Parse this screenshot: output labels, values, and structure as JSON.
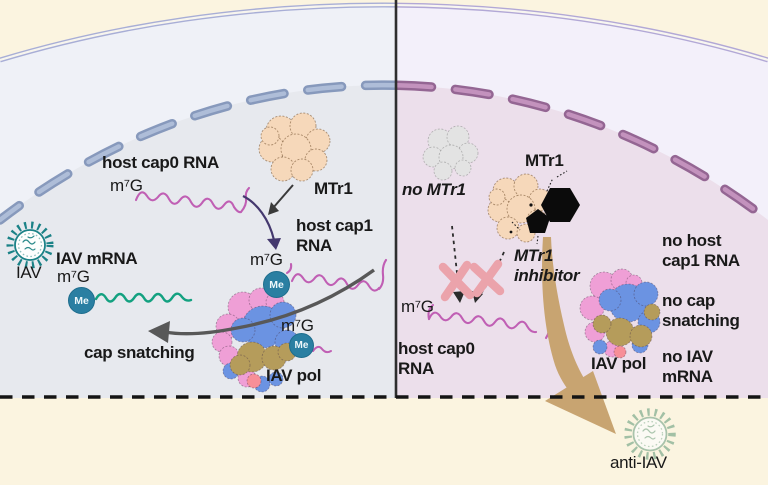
{
  "left_panel": {
    "labels": {
      "host_cap0_rna": "host cap0 RNA",
      "m7g_cap0": "m⁷G",
      "mtr1": "MTr1",
      "host_cap1_rna": "host cap1\nRNA",
      "m7g_cap1": "m⁷G",
      "iav": "IAV",
      "iav_mrna": "IAV mRNA",
      "m7g_mrna": "m⁷G",
      "cap_snatching": "cap snatching",
      "m7g_pol": "m⁷G",
      "iav_pol": "IAV pol"
    }
  },
  "right_panel": {
    "labels": {
      "no_mtr1": "no MTr1",
      "mtr1": "MTr1",
      "mtr1_inhibitor": "MTr1\ninhibitor",
      "m7g_cap0": "m⁷G",
      "host_cap0_rna": "host cap0\nRNA",
      "iav_pol": "IAV pol",
      "no_host_cap1_rna": "no host\ncap1 RNA",
      "no_cap_snatching": "no cap\nsnatching",
      "no_iav_mrna": "no IAV\nmRNA",
      "anti_iav": "anti-IAV"
    }
  },
  "me_badge": "Me",
  "colors": {
    "background_outside": "#fbf4e0",
    "left_cell_interior": "#eff1f7",
    "left_nucleus_interior": "#e7e9ee",
    "left_nuclear_envelope_dash": "#aebdd8",
    "right_cell_interior": "#f3f0fa",
    "right_nucleus_interior": "#ecdfeb",
    "right_nuclear_envelope_dash": "#c392bd",
    "cell_membrane": "#a8aed6",
    "rna_magenta": "#c05fb4",
    "mrna_green": "#13a180",
    "me_cap_teal": "#2a7fa2",
    "mtr1_peach": "#f6d8ba",
    "no_mtr1_gray": "#e3e3e3",
    "inhibitor_black": "#0b0b0b",
    "blocked_cross_pink": "#eba3ab",
    "pol_pink": "#ef9fd6",
    "pol_blue": "#6b93e2",
    "pol_tan": "#b59c5b",
    "pol_salmon": "#f78f98",
    "anti_iav_arrow_tan": "#c8a471",
    "iav_virus_teal": "#1b8287",
    "anti_iav_virus_green": "#93b79b"
  }
}
